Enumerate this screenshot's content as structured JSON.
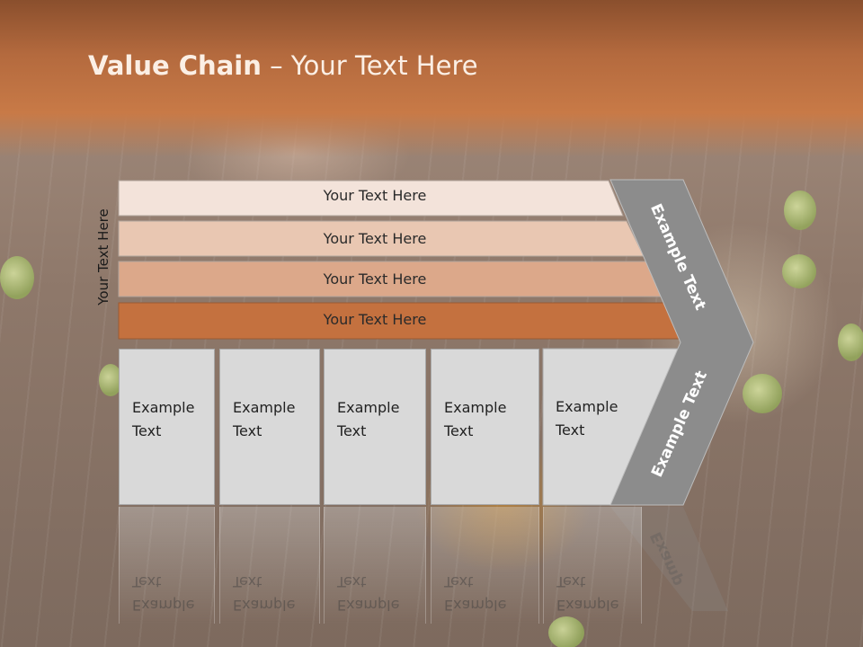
{
  "slide": {
    "title_bold": "Value Chain",
    "title_rest": " – Your Text Here",
    "side_label": "Your Text Here"
  },
  "bars": [
    {
      "label": "Your Text Here",
      "color": "#f3e3da"
    },
    {
      "label": "Your Text Here",
      "color": "#e9c7b2"
    },
    {
      "label": "Your Text Here",
      "color": "#dca88a"
    },
    {
      "label": "Your Text Here",
      "color": "#c4713f"
    }
  ],
  "boxes": [
    {
      "label": "Example\nText"
    },
    {
      "label": "Example\nText"
    },
    {
      "label": "Example\nText"
    },
    {
      "label": "Example\nText"
    },
    {
      "label": "Example\nText"
    }
  ],
  "arrow": {
    "upper_label": "Example Text",
    "lower_label": "Example Text",
    "reflection_label": "Examp",
    "color": "#8c8c8c"
  },
  "colors": {
    "header": "#c87a47",
    "box_fill": "#d9d9d9"
  }
}
